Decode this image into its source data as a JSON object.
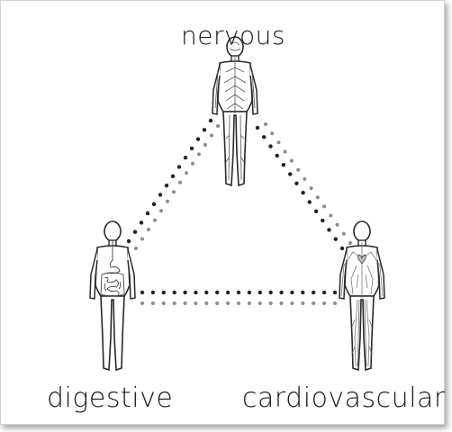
{
  "diagram": {
    "systems": {
      "nervous": {
        "label": "nervous"
      },
      "digestive": {
        "label": "digestive"
      },
      "cardiovascular": {
        "label": "cardiovascular"
      }
    },
    "dot_colors": {
      "dark": "#222222",
      "light": "#8c8c8c"
    },
    "icons": {
      "nervous": "human-nervous-system-icon",
      "digestive": "human-digestive-system-icon",
      "cardiovascular": "human-cardiovascular-system-icon"
    }
  }
}
